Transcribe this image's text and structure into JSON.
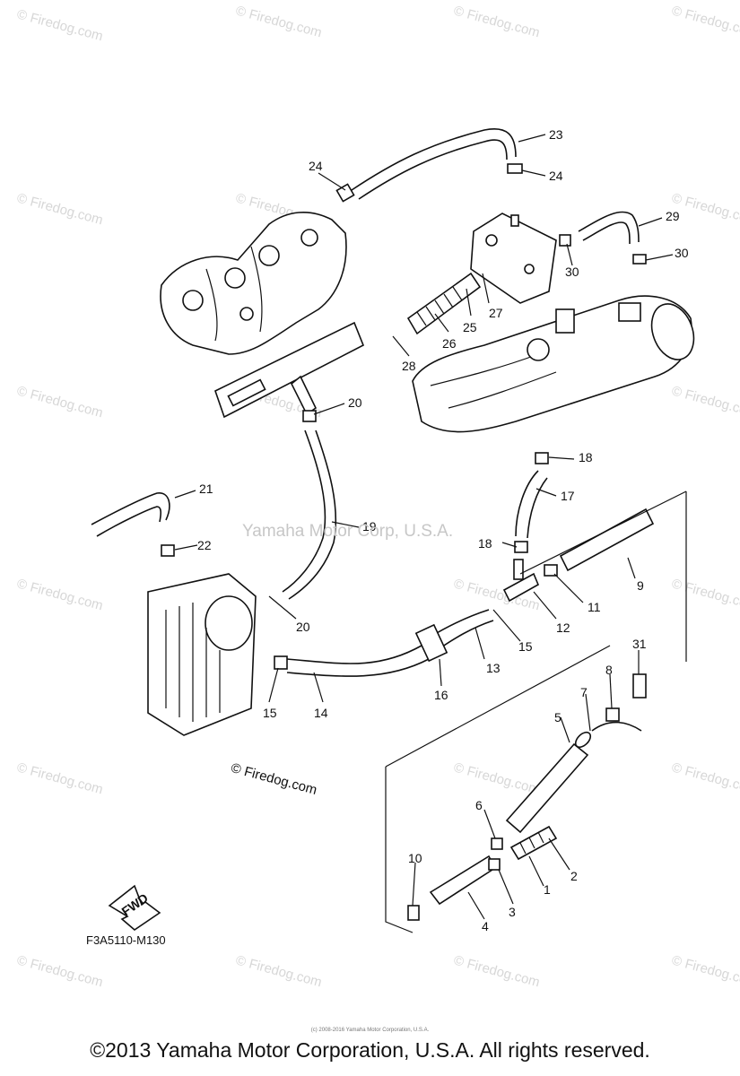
{
  "diagram": {
    "figure_code": "F3A5110-M130",
    "center_watermark": "Yamaha Motor Corp, U.S.A.",
    "firedog_mark": "© Firedog.com",
    "fwd_label": "FWD",
    "tiny_copyright": "(c) 2008-2016 Yamaha Motor Corporation, U.S.A.",
    "footer": "©2013 Yamaha Motor Corporation, U.S.A. All rights reserved.",
    "watermark_text": "© Firedog.com",
    "callouts": [
      "1",
      "2",
      "3",
      "4",
      "5",
      "6",
      "7",
      "8",
      "9",
      "10",
      "11",
      "12",
      "13",
      "14",
      "15",
      "15",
      "16",
      "17",
      "18",
      "18",
      "19",
      "20",
      "20",
      "21",
      "22",
      "23",
      "24",
      "24",
      "25",
      "26",
      "27",
      "28",
      "29",
      "30",
      "30",
      "31"
    ]
  }
}
